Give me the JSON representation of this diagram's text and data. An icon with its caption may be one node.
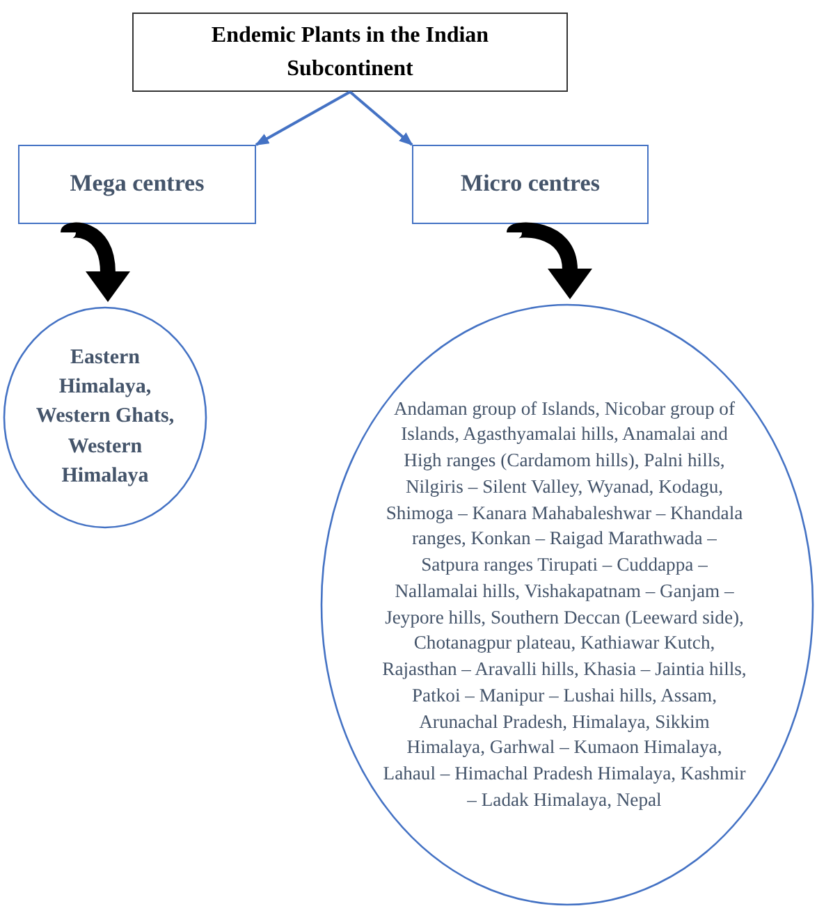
{
  "diagram": {
    "nodes": [
      {
        "text": [
          "Endemic Plants in the Indian Subcontinent"
        ]
      },
      {
        "text": [
          "Mega centres"
        ]
      },
      {
        "text": [
          "Micro centres"
        ]
      },
      {
        "text": [
          "Eastern Himalaya, Western Ghats, Western Himalaya"
        ]
      },
      {
        "text": [
          "Andaman group of Islands, Nicobar group of Islands, Agasthyamalai hills, Anamalai and High ranges (Cardamom hills), Palni hills, Nilgiris – Silent Valley, Wyanad, Kodagu, Shimoga – Kanara Mahabaleshwar – Khandala ranges, Konkan – Raigad Marathwada – Satpura ranges Tirupati – Cuddappa – Nallamalai hills, Vishakapatnam – Ganjam – Jeypore hills, Southern Deccan (Leeward side), Chotanagpur plateau, Kathiawar Kutch, Rajasthan – Aravalli hills, Khasia – Jaintia hills, Patkoi – Manipur – Lushai hills, Assam, Arunachal Pradesh, Himalaya, Sikkim Himalaya, Garhwal – Kumaon Himalaya, Lahaul – Himachal Pradesh Himalaya, Kashmir – Ladak Himalaya, Nepal"
        ]
      }
    ],
    "edges": [
      {
        "from": 0,
        "to": 1,
        "arrow": "to",
        "color": "#4472c4"
      },
      {
        "from": 0,
        "to": 2,
        "arrow": "to",
        "color": "#4472c4"
      },
      {
        "from": 1,
        "to": 3,
        "arrow": "to",
        "style": "thick",
        "color": "#000000"
      },
      {
        "from": 2,
        "to": 4,
        "arrow": "to",
        "style": "thick",
        "color": "#000000"
      }
    ]
  }
}
